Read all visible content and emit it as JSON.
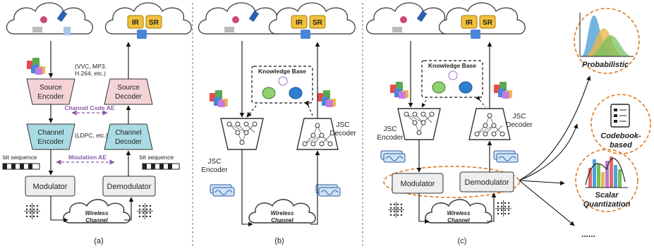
{
  "panel_a": {
    "formats_note": "(VVC, MP3,\nH.264, etc.)",
    "source_encoder": "Source\nEncoder",
    "source_decoder": "Source\nDecoder",
    "channel_code_ae": "Channel Code AE",
    "channel_encoder": "Channel\nEncoder",
    "channel_decoder": "Channel\nDecoder",
    "ldpc_note": "(LDPC, etc.)",
    "modulation_ae": "Moulation AE",
    "bit_sequence_left": "bit sequence",
    "bit_sequence_right": "bit sequence",
    "modulator": "Modulator",
    "demodulator": "Demodulator",
    "wireless": "Wireless",
    "channel": "Channel",
    "caption": "(a)",
    "task_ir": "IR",
    "task_sr": "SR"
  },
  "panel_b": {
    "knowledge_base": "Knowledge Base",
    "jsc_encoder": "JSC\nEncoder",
    "jsc_decoder": "JSC\nDecoder",
    "wireless": "Wireless",
    "channel": "Channel",
    "caption": "(b)",
    "task_ir": "IR",
    "task_sr": "SR"
  },
  "panel_c": {
    "knowledge_base": "Knowledge Base",
    "jsc_encoder": "JSC\nEncoder",
    "jsc_decoder": "JSC\nDecoder",
    "modulator": "Modulator",
    "demodulator": "Demodulator",
    "wireless": "Wireless",
    "channel": "Channel",
    "caption": "(c)",
    "task_ir": "IR",
    "task_sr": "SR",
    "probabilistic": "Probabilistic",
    "codebook": "Codebook-\nbased",
    "scalar": "Scalar\nQuantization",
    "more": "......"
  },
  "colors": {
    "source_box": "#f4d3d6",
    "channel_box": "#a8dbe4",
    "gray_box": "#eeeeee",
    "purple": "#8a5aa8",
    "orange": "#e07b1f",
    "task_yellow": "#f2c13a"
  }
}
